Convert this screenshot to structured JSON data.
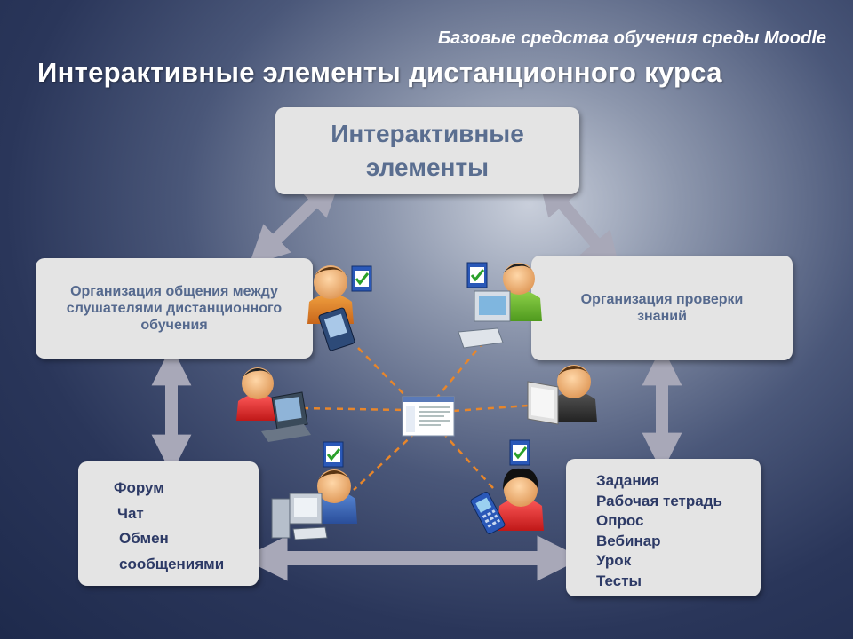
{
  "header": {
    "subtitle": "Базовые средства обучения среды Moodle",
    "title": "Интерактивные элементы дистанционного курса"
  },
  "diagram": {
    "center": {
      "label": "Интерактивные\nэлементы"
    },
    "left": {
      "label": "Организация общения между\nслушателями дистанционного\nобучения"
    },
    "right": {
      "label": "Организация проверки\nзнаний"
    },
    "bottom_left": {
      "items": [
        "Форум",
        "Чат",
        "Обмен",
        "сообщениями"
      ]
    },
    "bottom_right": {
      "items": [
        "Задания",
        "Рабочая тетрадь",
        "Опрос",
        "Вебинар",
        "Урок",
        "Тесты"
      ]
    }
  },
  "colors": {
    "box_fill": "#e4e4e4",
    "arrow": "#a3a3b3",
    "dashed_line": "#e8862a",
    "title_text": "#ffffff",
    "center_text": "#5a6e90",
    "list_text": "#2d3a66"
  }
}
